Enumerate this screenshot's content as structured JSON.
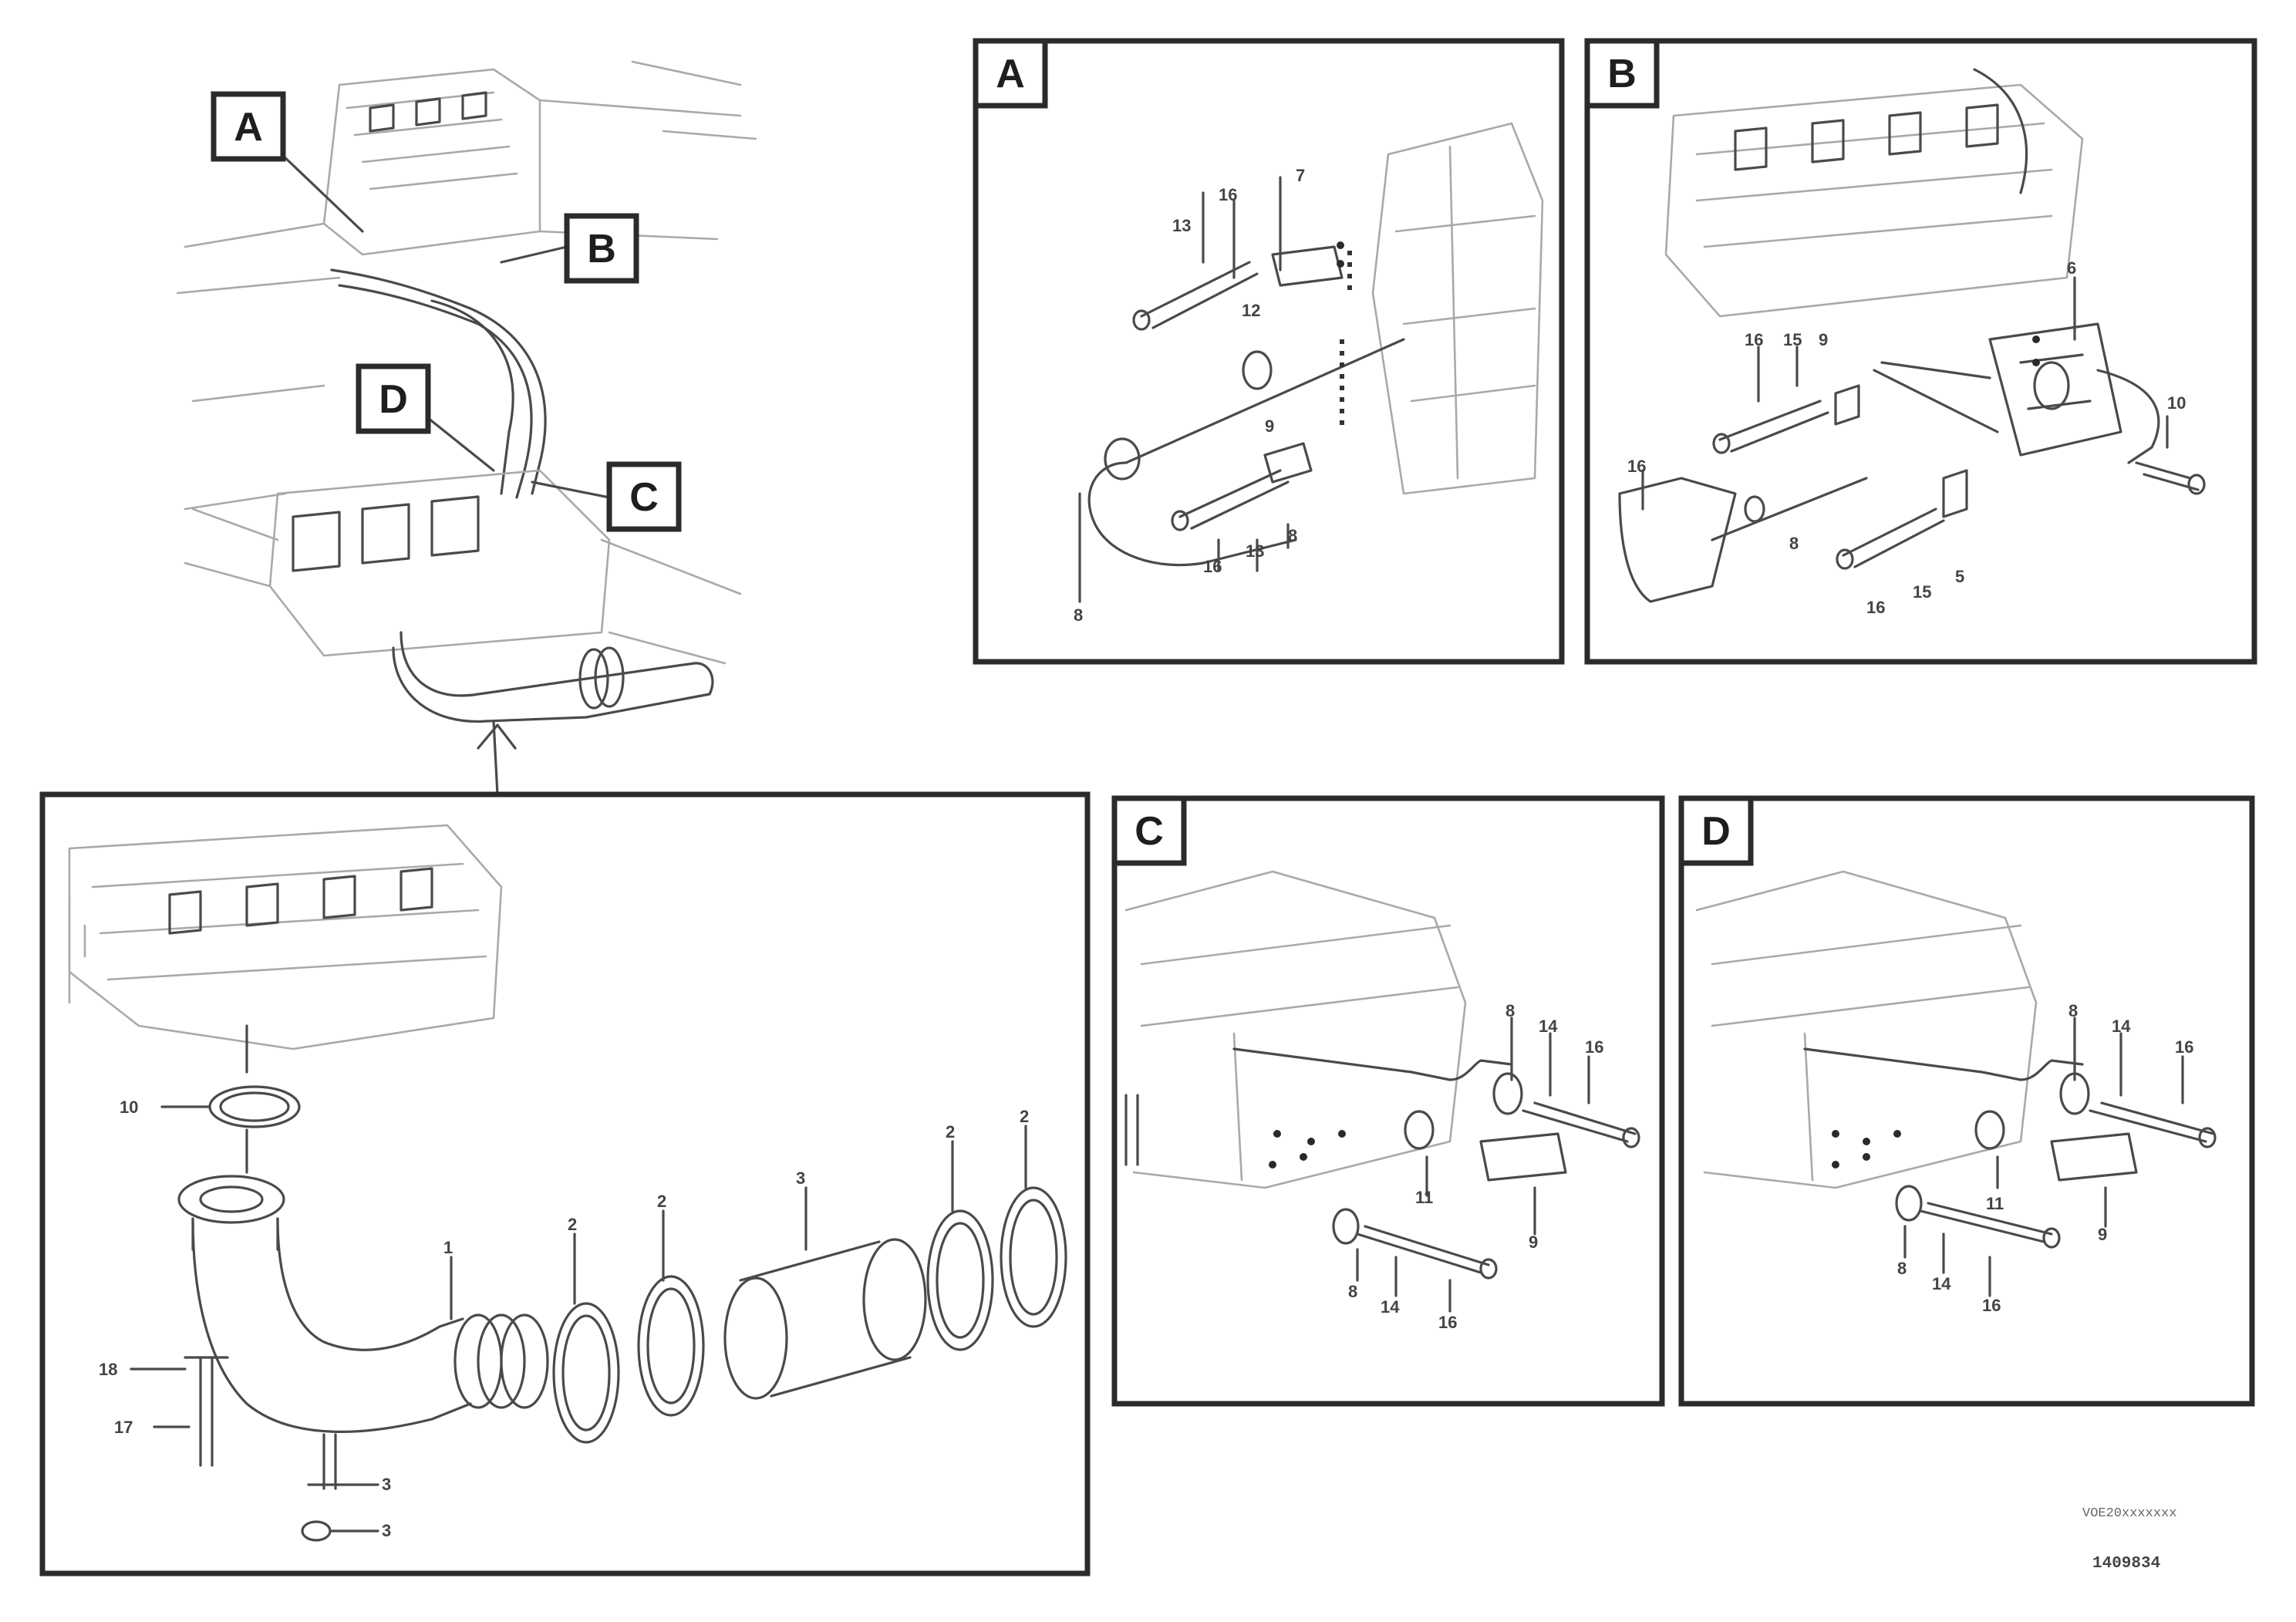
{
  "overview": {
    "callouts": [
      {
        "id": "A",
        "label": "A"
      },
      {
        "id": "B",
        "label": "B"
      },
      {
        "id": "C",
        "label": "C"
      },
      {
        "id": "D",
        "label": "D"
      }
    ]
  },
  "panels": {
    "A": {
      "label": "A",
      "parts": [
        "7",
        "16",
        "13",
        "12",
        "9",
        "16",
        "13",
        "8",
        "8"
      ]
    },
    "B": {
      "label": "B",
      "parts": [
        "6",
        "16",
        "15",
        "9",
        "16",
        "8",
        "10",
        "16",
        "15",
        "5"
      ]
    },
    "C": {
      "label": "C",
      "parts": [
        "8",
        "14",
        "16",
        "11",
        "9",
        "8",
        "14",
        "16"
      ]
    },
    "D": {
      "label": "D",
      "parts": [
        "8",
        "14",
        "16",
        "11",
        "9",
        "8",
        "14",
        "16"
      ]
    },
    "main": {
      "parts": [
        "10",
        "1",
        "2",
        "2",
        "3",
        "2",
        "2",
        "18",
        "17",
        "3",
        "3"
      ]
    }
  },
  "reference": {
    "small": "VOE20xxxxxxx",
    "code": "1409834"
  }
}
